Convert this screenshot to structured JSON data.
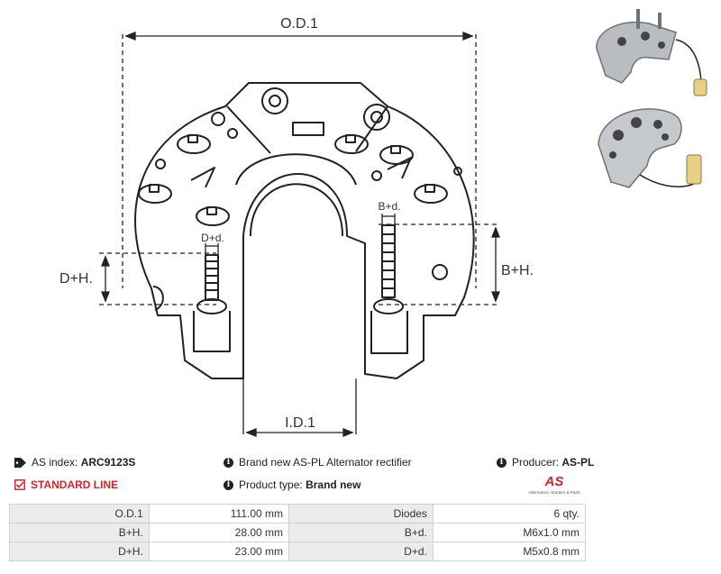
{
  "drawing": {
    "od_label": "O.D.1",
    "id_label": "I.D.1",
    "bh_label": "B+H.",
    "dh_label": "D+H.",
    "bd_label": "B+d.",
    "dd_label": "D+d."
  },
  "info": {
    "as_index_label": "AS index:",
    "as_index_value": "ARC9123S",
    "standard_line": "STANDARD LINE",
    "description": "Brand new AS-PL Alternator rectifier",
    "product_type_label": "Product type:",
    "product_type_value": "Brand new",
    "producer_label": "Producer:",
    "producer_value": "AS-PL",
    "logo_text": "AS",
    "logo_tagline": "Alternators, Starters & Parts"
  },
  "specs": [
    {
      "label1": "O.D.1",
      "value1": "111.00 mm",
      "label2": "Diodes",
      "value2": "6 qty."
    },
    {
      "label1": "B+H.",
      "value1": "28.00 mm",
      "label2": "B+d.",
      "value2": "M6x1.0 mm"
    },
    {
      "label1": "D+H.",
      "value1": "23.00 mm",
      "label2": "D+d.",
      "value2": "M5x0.8 mm"
    }
  ],
  "colors": {
    "accent": "#d6232a",
    "label_bg": "#ebebeb",
    "border": "#d0d0d0"
  }
}
